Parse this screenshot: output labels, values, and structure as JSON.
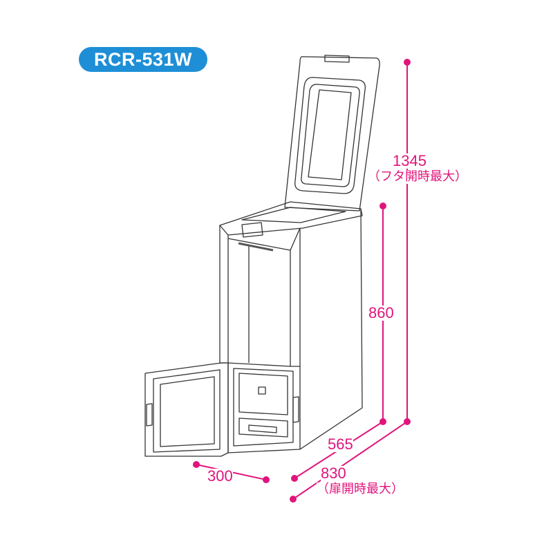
{
  "model": {
    "label": "RCR-531W",
    "color": "#1e8fd6"
  },
  "dimension_color": "#e0147c",
  "dimensions": {
    "height_lid_open": {
      "value": "1345",
      "note": "（フタ開時最大）"
    },
    "height": {
      "value": "860"
    },
    "depth": {
      "value": "565"
    },
    "depth_door_open": {
      "value": "830",
      "note": "（扉開時最大）"
    },
    "width": {
      "value": "300"
    }
  },
  "figure": {
    "subject": "rice-dispenser-line-drawing",
    "lid_state": "open",
    "door_state": "open"
  }
}
